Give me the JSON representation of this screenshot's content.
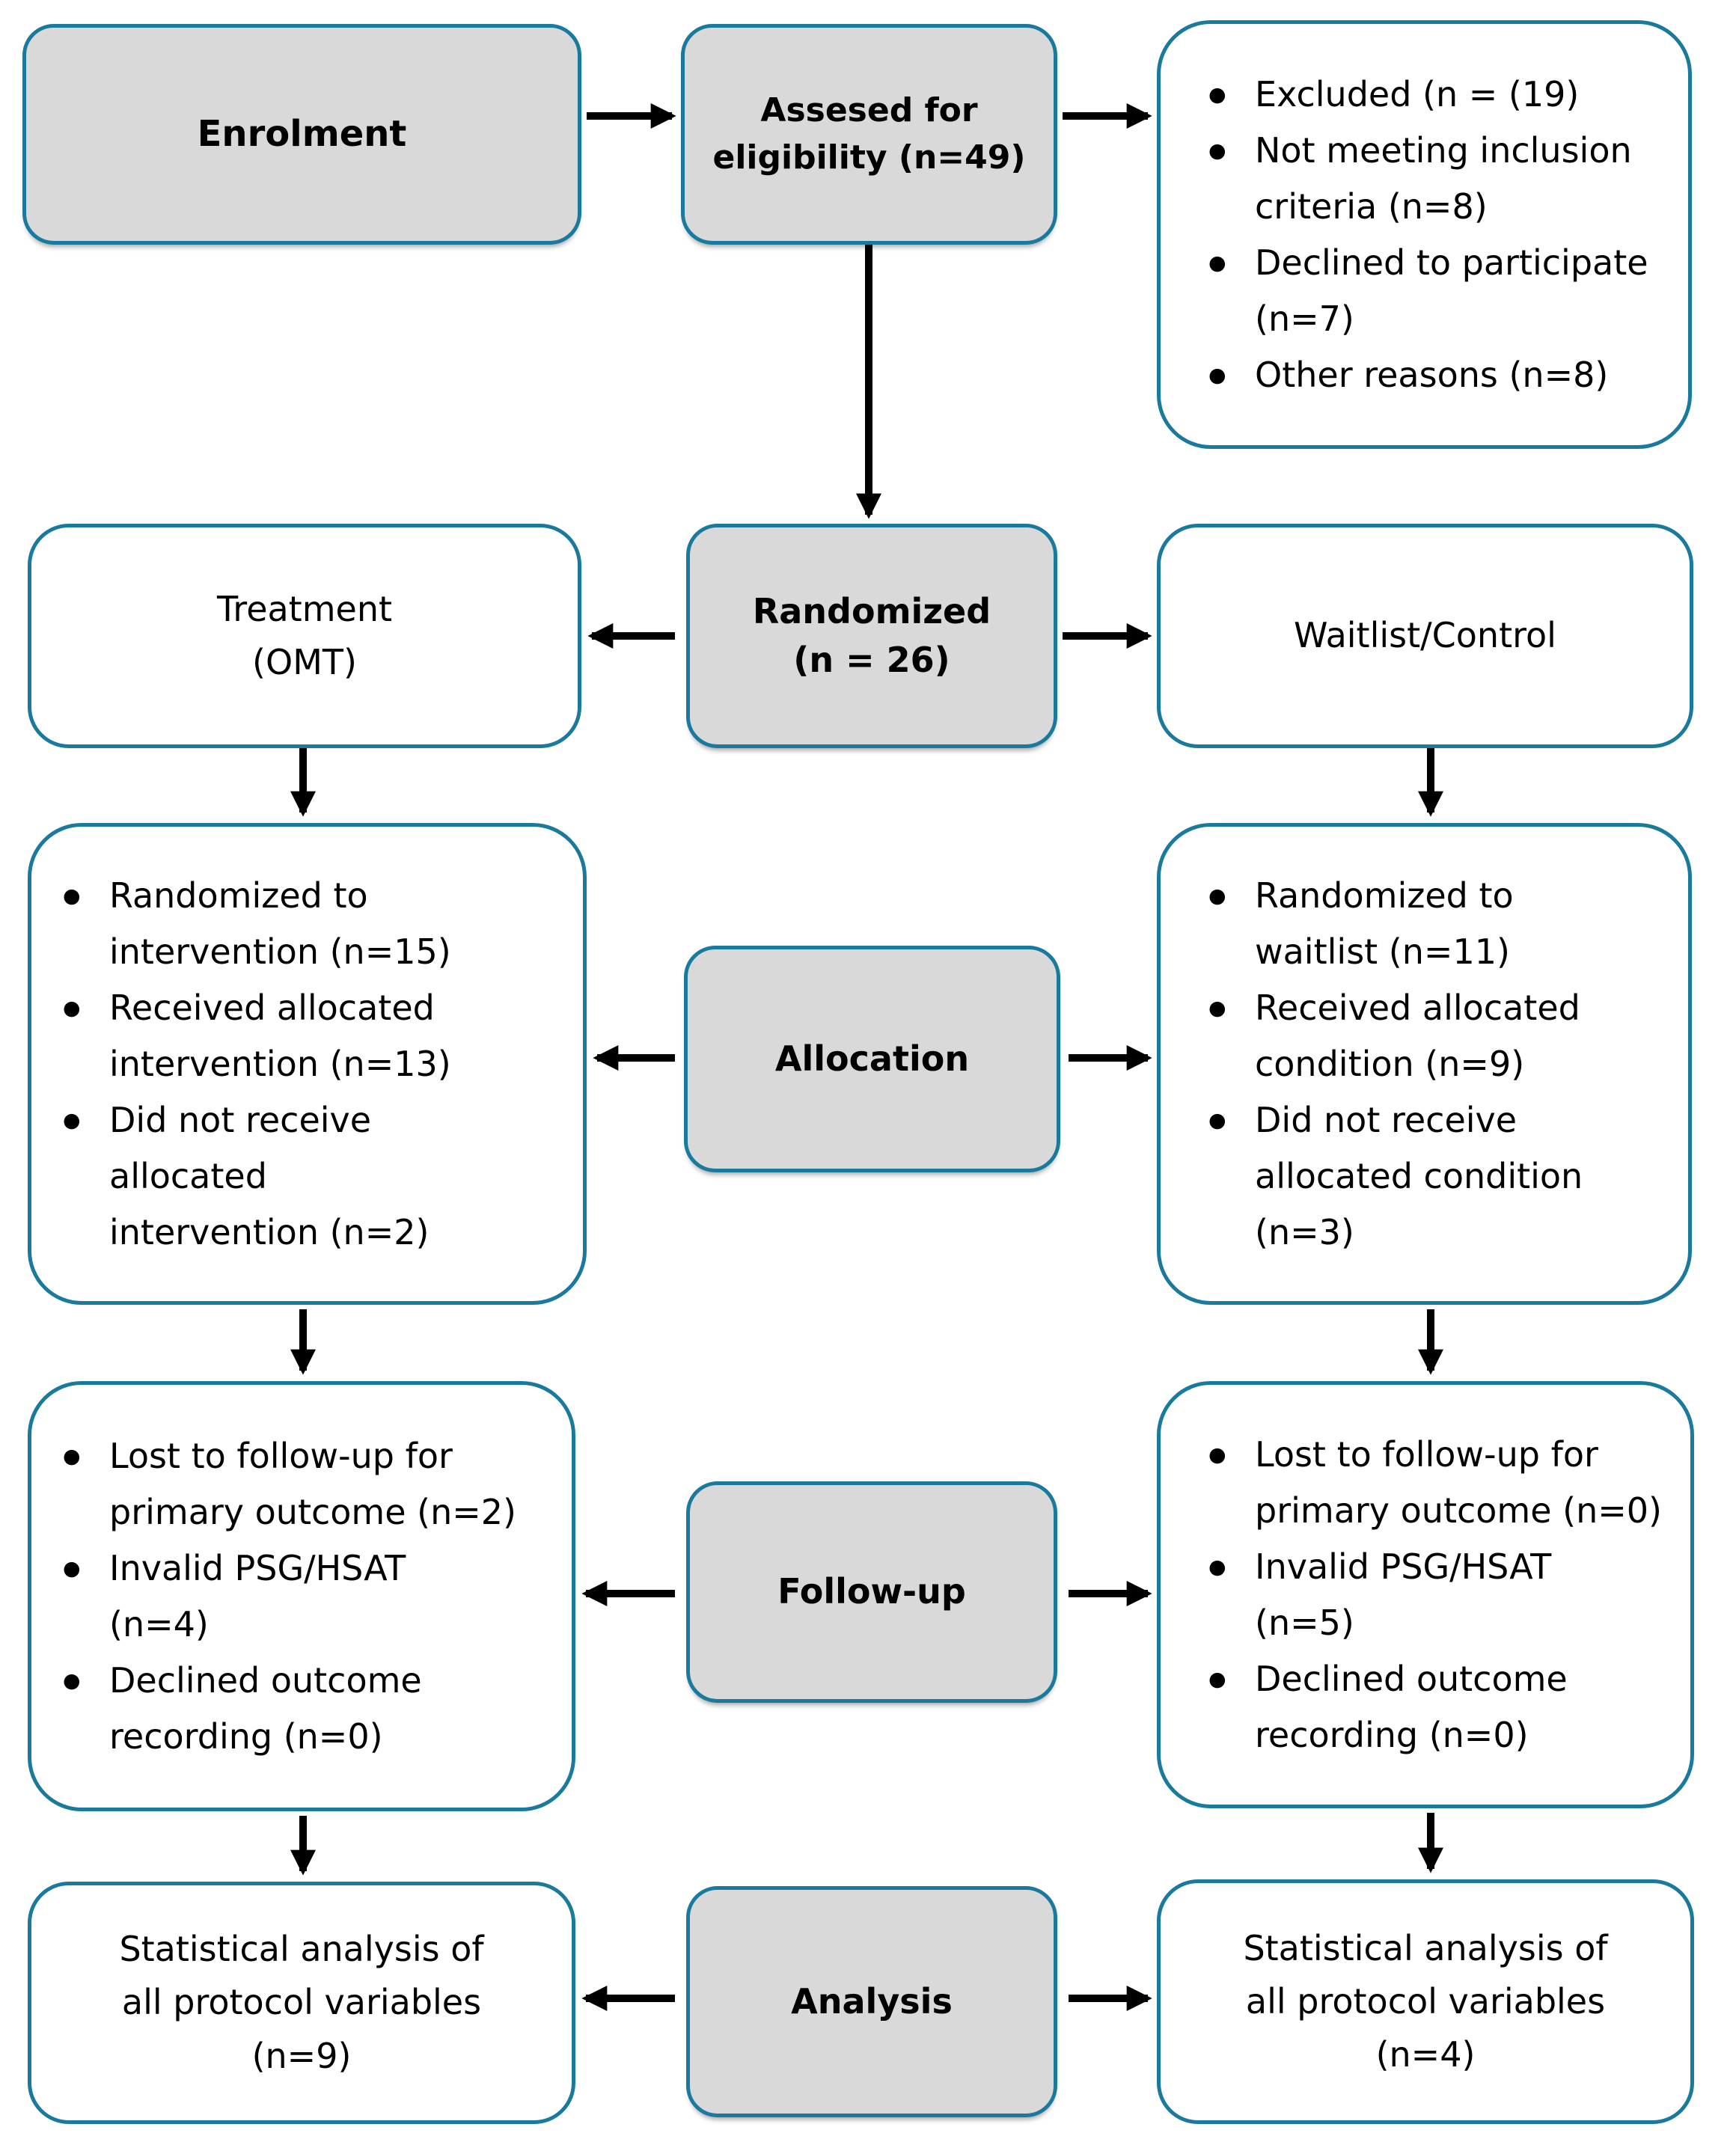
{
  "colors": {
    "box_border": "#1A7A9D",
    "gray_fill": "#D9D9D9",
    "white_fill": "#FFFFFF",
    "arrow": "#000000",
    "text": "#000000"
  },
  "boxes": {
    "enrolment": {
      "label": "Enrolment"
    },
    "assessed": {
      "lines": [
        "Assesed for",
        "eligibility (n=49)"
      ]
    },
    "excluded": {
      "items": [
        {
          "lines": [
            "Excluded (n = (19)"
          ]
        },
        {
          "lines": [
            "Not meeting inclusion",
            "criteria (n=8)"
          ]
        },
        {
          "lines": [
            "Declined to participate",
            "(n=7)"
          ]
        },
        {
          "lines": [
            "Other reasons (n=8)"
          ]
        }
      ]
    },
    "treatment": {
      "lines": [
        "Treatment",
        "(OMT)"
      ]
    },
    "randomized": {
      "lines": [
        "Randomized",
        "(n = 26)"
      ]
    },
    "waitlist": {
      "label": "Waitlist/Control"
    },
    "allocation_left": {
      "items": [
        {
          "lines": [
            "Randomized to",
            "intervention (n=15)"
          ]
        },
        {
          "lines": [
            "Received allocated",
            "intervention (n=13)"
          ]
        },
        {
          "lines": [
            "Did not receive",
            "allocated",
            "intervention (n=2)"
          ]
        }
      ]
    },
    "allocation": {
      "label": "Allocation"
    },
    "allocation_right": {
      "items": [
        {
          "lines": [
            "Randomized to",
            "waitlist (n=11)"
          ]
        },
        {
          "lines": [
            "Received allocated",
            "condition (n=9)"
          ]
        },
        {
          "lines": [
            "Did not receive",
            "allocated condition",
            "(n=3)"
          ]
        }
      ]
    },
    "followup_left": {
      "items": [
        {
          "lines": [
            "Lost to follow-up for",
            "primary outcome (n=2)"
          ]
        },
        {
          "lines": [
            "Invalid PSG/HSAT",
            "(n=4)"
          ]
        },
        {
          "lines": [
            "Declined outcome",
            "recording (n=0)"
          ]
        }
      ]
    },
    "followup": {
      "label": "Follow-up"
    },
    "followup_right": {
      "items": [
        {
          "lines": [
            "Lost to follow-up for",
            "primary outcome (n=0)"
          ]
        },
        {
          "lines": [
            "Invalid PSG/HSAT",
            "(n=5)"
          ]
        },
        {
          "lines": [
            "Declined outcome",
            "recording (n=0)"
          ]
        }
      ]
    },
    "analysis_left": {
      "lines": [
        "Statistical analysis of",
        "all protocol variables",
        "(n=9)"
      ]
    },
    "analysis": {
      "label": "Analysis"
    },
    "analysis_right": {
      "lines": [
        "Statistical analysis of",
        "all protocol variables",
        "(n=4)"
      ]
    }
  }
}
